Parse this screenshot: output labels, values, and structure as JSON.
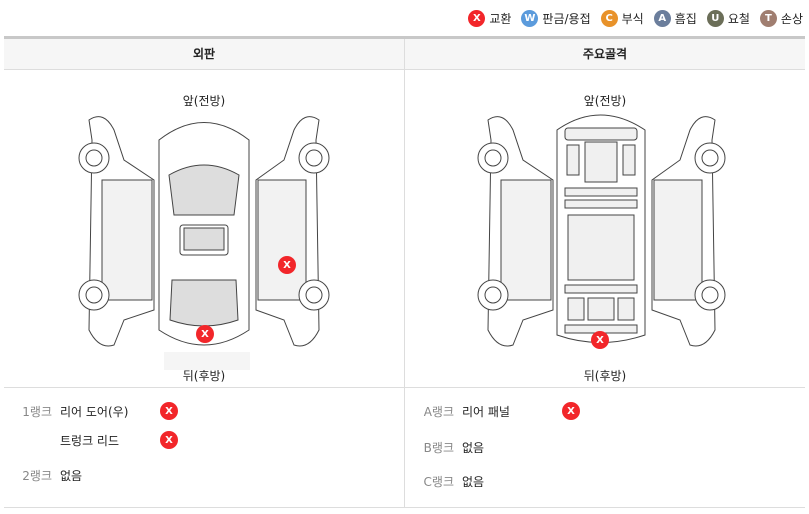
{
  "legend": [
    {
      "code": "X",
      "label": "교환",
      "color": "#f2262a"
    },
    {
      "code": "W",
      "label": "판금/용접",
      "color": "#5b9bdc"
    },
    {
      "code": "C",
      "label": "부식",
      "color": "#e8922a"
    },
    {
      "code": "A",
      "label": "흠집",
      "color": "#6b7e9c"
    },
    {
      "code": "U",
      "label": "요철",
      "color": "#6b6e58"
    },
    {
      "code": "T",
      "label": "손상",
      "color": "#a07e70"
    }
  ],
  "headers": {
    "exterior": "외판",
    "frame": "주요골격"
  },
  "captions": {
    "front": "앞(전방)",
    "rear": "뒤(후방)"
  },
  "marker": "X",
  "exterior_ranks": [
    {
      "rank": "1랭크",
      "items": [
        "리어 도어(우)",
        "트렁크 리드"
      ],
      "marks": [
        "X",
        "X"
      ]
    },
    {
      "rank": "2랭크",
      "items": [
        "없음"
      ]
    }
  ],
  "frame_ranks": [
    {
      "rank": "A랭크",
      "items": [
        "리어 패널"
      ],
      "marks": [
        "X"
      ]
    },
    {
      "rank": "B랭크",
      "items": [
        "없음"
      ]
    },
    {
      "rank": "C랭크",
      "items": [
        "없음"
      ]
    }
  ]
}
